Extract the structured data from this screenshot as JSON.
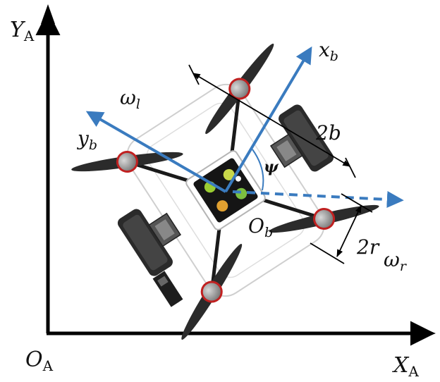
{
  "diagram": {
    "labels": {
      "y_axis_main": "Y",
      "y_axis_sub": "A",
      "x_axis_main": "X",
      "x_axis_sub": "A",
      "origin_main": "O",
      "origin_sub": "A",
      "xb_main": "x",
      "xb_sub": "b",
      "yb_main": "y",
      "yb_sub": "b",
      "ob_main": "O",
      "ob_sub": "b",
      "omega_l_main": "ω",
      "omega_l_sub": "l",
      "omega_r_main": "ω",
      "omega_r_sub": "r",
      "psi": "ψ",
      "two_b": "2b",
      "two_r": "2r"
    },
    "colors": {
      "axis": "#000000",
      "body_frame_axes": "#3a7bbf",
      "heading_axis": "#3a7bbf",
      "drone_dark": "#1e1e1e",
      "motor_grey": "#8c8c8c",
      "motor_ring": "#c02020",
      "hull_outline": "#c8c8c8",
      "wheel": "#2a2a2a"
    },
    "icons": [
      "quadrotor-drone-icon",
      "left-wheel-icon",
      "right-wheel-icon",
      "propeller-icon"
    ]
  }
}
